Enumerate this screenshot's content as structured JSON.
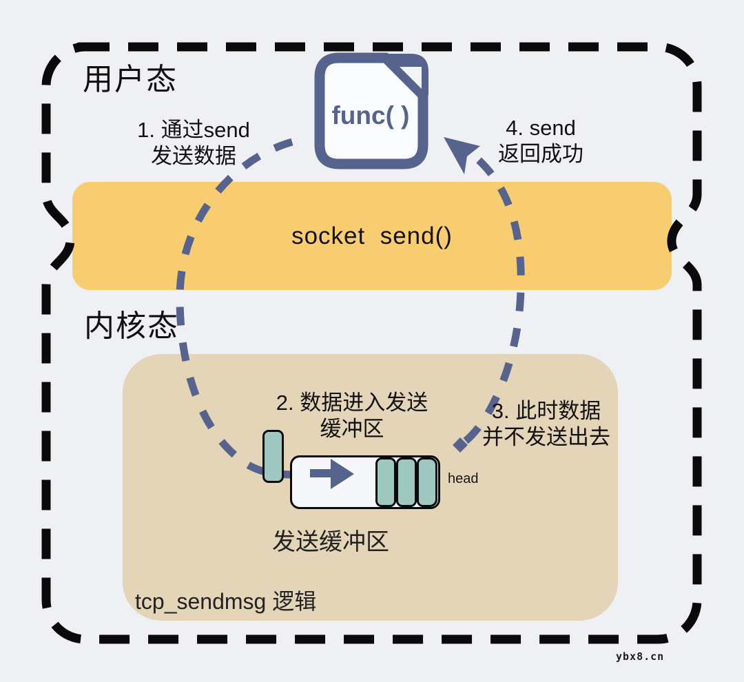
{
  "diagram": {
    "regions": {
      "user_mode": {
        "label": "用户态"
      },
      "kernel_mode": {
        "label": "内核态"
      },
      "socket_bar": {
        "label": "socket  send()"
      },
      "tcp_box": {
        "label": "tcp_sendmsg 逻辑"
      }
    },
    "func_icon": {
      "label": "func( )"
    },
    "buffer": {
      "send_buffer_label": "发送缓冲区",
      "head_label": "head",
      "cell_count": 3
    },
    "steps": {
      "step1": {
        "line1": "1. 通过send",
        "line2": "发送数据"
      },
      "step2": {
        "line1": "2. 数据进入发送",
        "line2": "缓冲区"
      },
      "step3": {
        "line1": "3. 此时数据",
        "line2": "并不发送出去"
      },
      "step4": {
        "line1": "4. send",
        "line2": "返回成功"
      }
    },
    "watermark": "ybx8.cn",
    "colors": {
      "accent_slate": "#56648d",
      "bar_yellow": "#f8cc71",
      "box_tan": "#e4d4b8",
      "cell_teal": "#9fc9c0",
      "background": "#eef0f3",
      "border_black": "#0a0a0a"
    }
  }
}
